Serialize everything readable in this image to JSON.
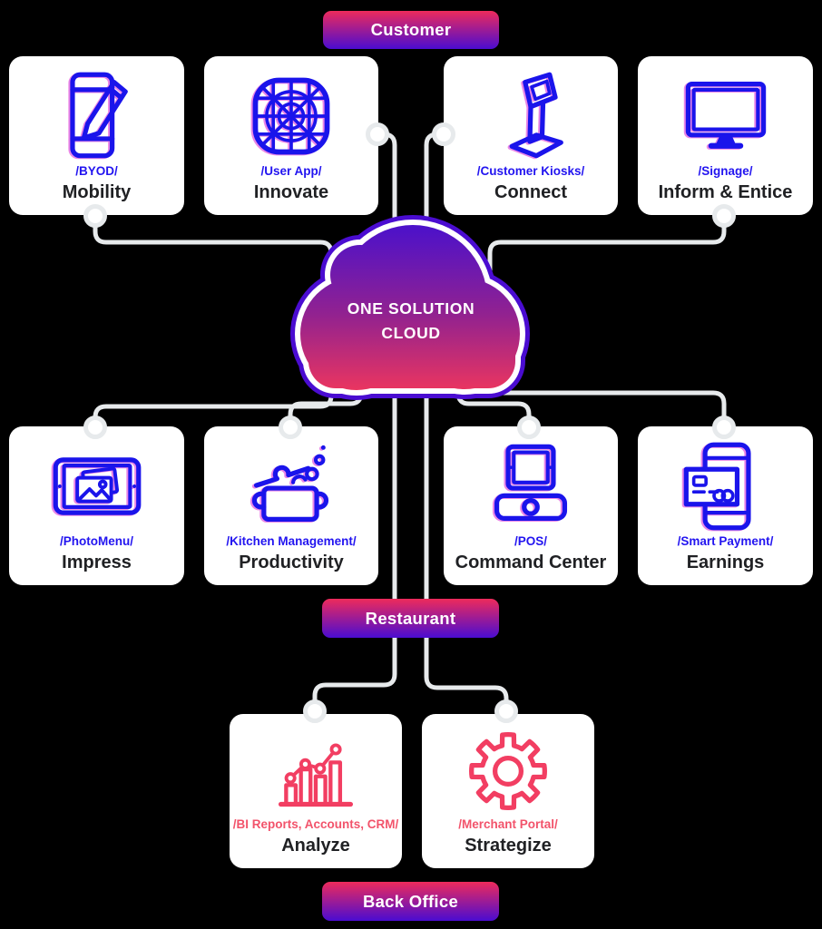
{
  "badges": {
    "customer": "Customer",
    "restaurant": "Restaurant",
    "back_office": "Back Office"
  },
  "cloud": {
    "line1": "ONE SOLUTION",
    "line2": "CLOUD"
  },
  "cards": {
    "customer_row": [
      {
        "icon": "smartphone-pencil-icon",
        "sublabel": "/BYOD/",
        "title": "Mobility"
      },
      {
        "icon": "app-grid-icon",
        "sublabel": "/User App/",
        "title": "Innovate"
      },
      {
        "icon": "kiosk-icon",
        "sublabel": "/Customer Kiosks/",
        "title": "Connect"
      },
      {
        "icon": "tv-screen-icon",
        "sublabel": "/Signage/",
        "title": "Inform & Entice"
      }
    ],
    "restaurant_row": [
      {
        "icon": "tablet-photos-icon",
        "sublabel": "/PhotoMenu/",
        "title": "Impress"
      },
      {
        "icon": "cooking-pot-icon",
        "sublabel": "/Kitchen Management/",
        "title": "Productivity"
      },
      {
        "icon": "pos-terminal-icon",
        "sublabel": "/POS/",
        "title": "Command Center"
      },
      {
        "icon": "mobile-payment-icon",
        "sublabel": "/Smart Payment/",
        "title": "Earnings"
      }
    ],
    "back_office_row": [
      {
        "icon": "bar-chart-icon",
        "sublabel": "/BI Reports, Accounts, CRM/",
        "title": "Analyze"
      },
      {
        "icon": "gear-icon",
        "sublabel": "/Merchant Portal/",
        "title": "Strategize"
      }
    ]
  },
  "colors": {
    "icon_blue": "#1A14EB",
    "icon_pink": "#F23E62",
    "sublabel_blue": "#2214F0",
    "sublabel_pink": "#F2536B",
    "title_dark": "#202124",
    "badge_gradient_top": "#EE2B5B",
    "badge_gradient_bottom": "#4A0CD1",
    "cloud_gradient_top": "#4B11CB",
    "cloud_gradient_bottom": "#EA3560",
    "connector_gray": "#E7EAEC",
    "background": "#000000"
  }
}
